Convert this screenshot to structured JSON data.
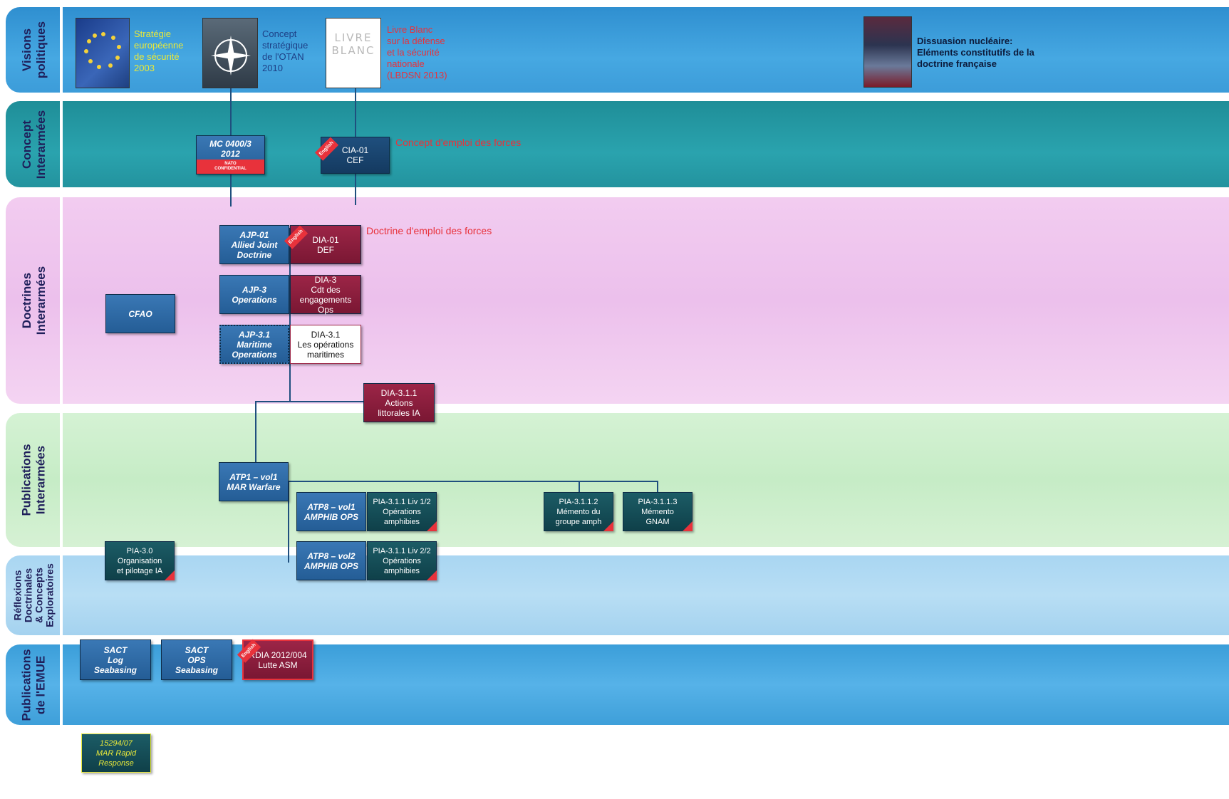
{
  "bands": {
    "visions": "Visions\npolitiques",
    "concept": "Concept\nInterarmées",
    "doctrines": "Doctrines\nInterarmées",
    "publications": "Publications\nInterarmées",
    "reflexions": "Réflexions\nDoctrinales\n& Concepts\nExploratoires",
    "emue": "Publications\nde l'EMUE"
  },
  "visions": {
    "eu_text": "Stratégie\neuropéenne\nde sécurité\n2003",
    "otan_text": "Concept\nstratégique\nde l'OTAN\n2010",
    "livre_cover": "LIVRE\nBLANC",
    "livre_text": "Livre Blanc\nsur la défense\net la sécurité\nnationale\n(LBDSN 2013)",
    "dissuasion_text": "Dissuasion nucléaire:\nEléments constitutifs de la\ndoctrine française"
  },
  "concept": {
    "mc0400": "MC 0400/3\n2012",
    "mc0400_tag": "NATO\nCONFIDENTIAL",
    "cia01": "CIA-01\nCEF",
    "cia01_title": "Concept d'emploi des forces",
    "english": "English"
  },
  "doctrines": {
    "ajp01": "AJP-01\nAllied Joint\nDoctrine",
    "dia01": "DIA-01\nDEF",
    "dia01_title": "Doctrine d'emploi des forces",
    "ajp3": "AJP-3\nOperations",
    "dia3": "DIA-3\nCdt des\nengagements\nOps",
    "ajp31": "AJP-3.1\nMaritime\nOperations",
    "dia31": "DIA-3.1\nLes opérations\nmaritimes",
    "cfao": "CFAO",
    "dia311": "DIA-3.1.1\nActions\nlittorales IA"
  },
  "publications": {
    "atp1": "ATP1 – vol1\nMAR Warfare",
    "atp8v1": "ATP8 – vol1\nAMPHIB OPS",
    "pia311a": "PIA-3.1.1 Liv 1/2\nOpérations\namphibies",
    "pia3112": "PIA-3.1.1.2\nMémento du\ngroupe amph",
    "pia3113": "PIA-3.1.1.3\nMémento\nGNAM",
    "pia30": "PIA-3.0\nOrganisation\net pilotage IA",
    "atp8v2": "ATP8 – vol2\nAMPHIB OPS",
    "pia311b": "PIA-3.1.1 Liv 2/2\nOpérations\namphibies"
  },
  "reflexions": {
    "sact_log": "SACT\nLog\nSeabasing",
    "sact_ops": "SACT\nOPS\nSeabasing",
    "rdia": "RDIA 2012/004\nLutte ASM"
  },
  "emue": {
    "mar_rapid": "15294/07\nMAR Rapid\nResponse"
  },
  "colors": {
    "nato_blue": "#245d96",
    "french_maroon": "#7a1733",
    "teal_box": "#0f4049",
    "accent_red": "#e8323b"
  }
}
